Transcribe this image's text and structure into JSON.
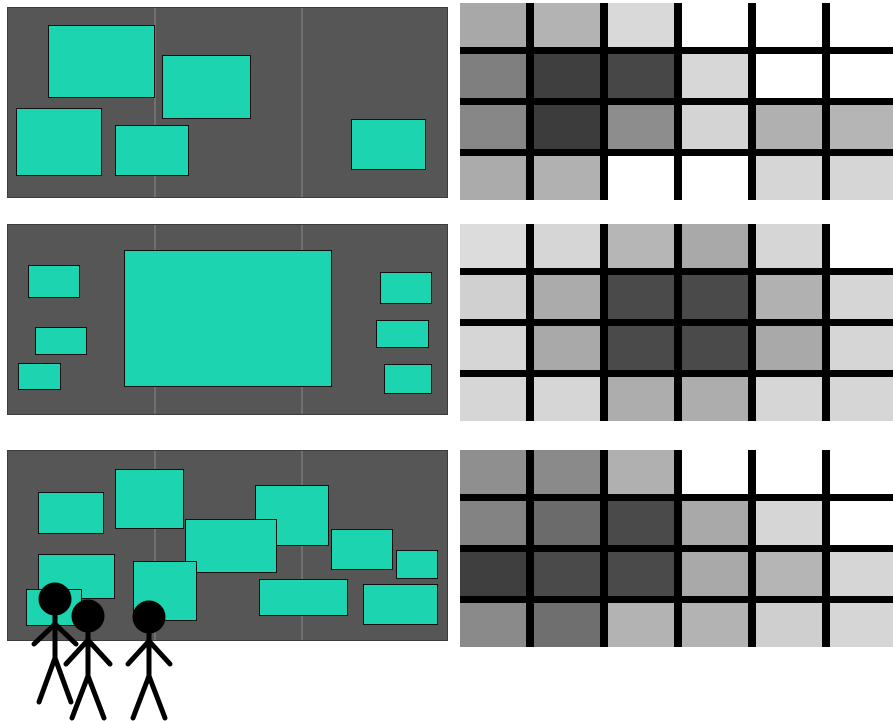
{
  "colors": {
    "wall": "#565656",
    "window": "#1dd4b0",
    "grid_line": "#000000",
    "person": "#000000"
  },
  "layouts": [
    {
      "id": "layout-1",
      "grid_shades": [
        [
          "#a8a8a8",
          "#b3b3b3",
          "#d9d9d9",
          "#ffffff",
          "#ffffff",
          "#ffffff"
        ],
        [
          "#7f7f7f",
          "#3f3f3f",
          "#474747",
          "#d7d7d7",
          "#ffffff",
          "#ffffff"
        ],
        [
          "#878787",
          "#3c3c3c",
          "#8d8d8d",
          "#d4d4d4",
          "#b0b0b0",
          "#b5b5b5"
        ],
        [
          "#ababab",
          "#b1b1b1",
          "#ffffff",
          "#ffffff",
          "#d6d6d6",
          "#d6d6d6"
        ]
      ]
    },
    {
      "id": "layout-2",
      "grid_shades": [
        [
          "#dcdcdc",
          "#d6d6d6",
          "#b6b6b6",
          "#a9a9a9",
          "#d6d6d6",
          "#ffffff"
        ],
        [
          "#d0d0d0",
          "#ababab",
          "#4a4a4a",
          "#4a4a4a",
          "#b1b1b1",
          "#d6d6d6"
        ],
        [
          "#d6d6d6",
          "#a9a9a9",
          "#4a4a4a",
          "#4a4a4a",
          "#a9a9a9",
          "#d6d6d6"
        ],
        [
          "#d6d6d6",
          "#d6d6d6",
          "#adadad",
          "#adadad",
          "#d6d6d6",
          "#d6d6d6"
        ]
      ]
    },
    {
      "id": "layout-3",
      "grid_shades": [
        [
          "#8f8f8f",
          "#8a8a8a",
          "#b0b0b0",
          "#ffffff",
          "#ffffff",
          "#ffffff"
        ],
        [
          "#838383",
          "#6b6b6b",
          "#4a4a4a",
          "#a9a9a9",
          "#d6d6d6",
          "#ffffff"
        ],
        [
          "#3f3f3f",
          "#4a4a4a",
          "#4a4a4a",
          "#a9a9a9",
          "#b5b5b5",
          "#d6d6d6"
        ],
        [
          "#8a8a8a",
          "#6f6f6f",
          "#b3b3b3",
          "#b3b3b3",
          "#cfcfcf",
          "#d6d6d6"
        ]
      ]
    }
  ]
}
